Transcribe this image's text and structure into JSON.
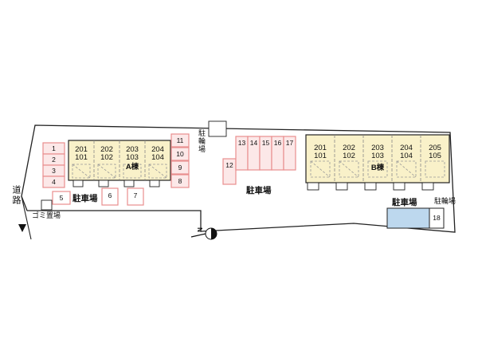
{
  "plan": {
    "labels": {
      "road": "道路",
      "garbage": "ゴミ置場",
      "parking_left": "駐車場",
      "parking_center": "駐車場",
      "parking_right": "駐車場",
      "bike_center": "駐輪場",
      "bike_right": "駐輪場",
      "compass": "N"
    },
    "colors": {
      "building_fill": "#f9f1c9",
      "parking_fill": "#fce8e8",
      "parking_stroke": "#e98e8e",
      "space18_fill": "#bdd8ee"
    },
    "icons": {
      "north": "north-arrow-icon",
      "road_direction": "road-arrow-icon"
    }
  },
  "building_a": {
    "name": "A棟",
    "units": [
      {
        "upper": "201",
        "lower": "101"
      },
      {
        "upper": "202",
        "lower": "102"
      },
      {
        "upper": "203",
        "lower": "103"
      },
      {
        "upper": "204",
        "lower": "104"
      }
    ]
  },
  "building_b": {
    "name": "B棟",
    "units": [
      {
        "upper": "201",
        "lower": "101"
      },
      {
        "upper": "202",
        "lower": "102"
      },
      {
        "upper": "203",
        "lower": "103"
      },
      {
        "upper": "204",
        "lower": "104"
      },
      {
        "upper": "205",
        "lower": "105"
      }
    ]
  },
  "spaces": [
    "1",
    "2",
    "3",
    "4",
    "5",
    "6",
    "7",
    "8",
    "9",
    "10",
    "11",
    "12",
    "13",
    "14",
    "15",
    "16",
    "17",
    "18"
  ]
}
